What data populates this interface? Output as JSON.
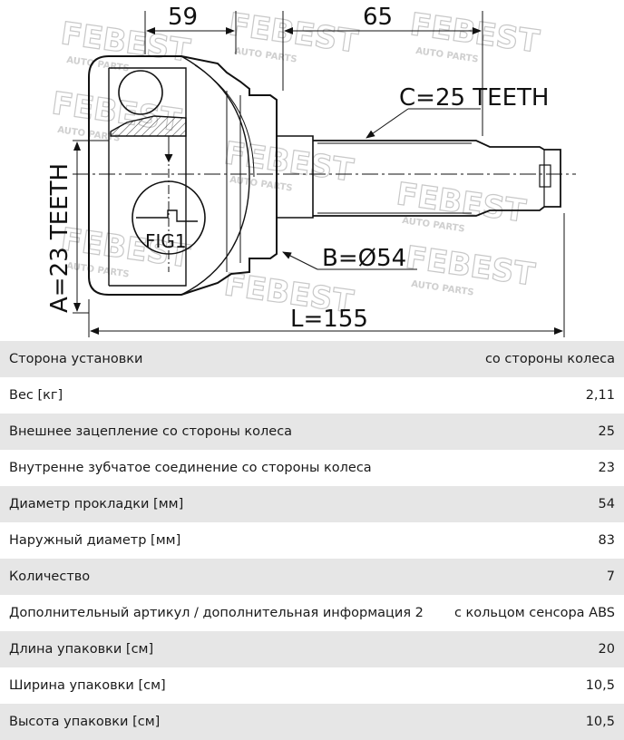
{
  "drawing": {
    "dim_outer_length": "59",
    "dim_shaft_length": "65",
    "label_outer_spline": "C=25 TEETH",
    "label_inner_spline": "A=23 TEETH",
    "label_seal_diameter": "B=Ø54",
    "label_total_length": "L=155",
    "label_figure": "FIG1",
    "watermark_brand": "FEBEST",
    "watermark_subtitle": "AUTO PARTS"
  },
  "specs": [
    {
      "label": "Сторона установки",
      "value": "со стороны колеса"
    },
    {
      "label": "Вес [кг]",
      "value": "2,11"
    },
    {
      "label": "Внешнее зацепление со стороны колеса",
      "value": "25"
    },
    {
      "label": "Внутренне зубчатое соединение со стороны колеса",
      "value": "23"
    },
    {
      "label": "Диаметр прокладки [мм]",
      "value": "54"
    },
    {
      "label": "Наружный диаметр [мм]",
      "value": "83"
    },
    {
      "label": "Количество",
      "value": "7"
    },
    {
      "label": "Дополнительный артикул / дополнительная информация 2",
      "value": "с кольцом сенсора ABS"
    },
    {
      "label": "Длина упаковки [см]",
      "value": "20"
    },
    {
      "label": "Ширина упаковки [см]",
      "value": "10,5"
    },
    {
      "label": "Высота упаковки [см]",
      "value": "10,5"
    }
  ]
}
